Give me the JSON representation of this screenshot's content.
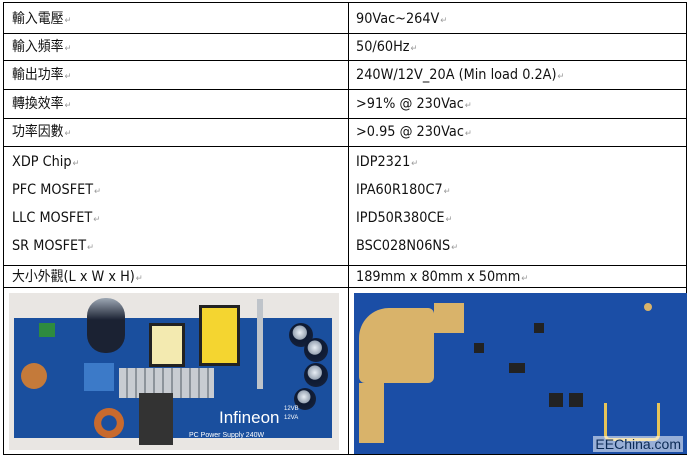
{
  "specs": [
    {
      "label": "輸入電壓",
      "value": "90Vac~264V"
    },
    {
      "label": "輸入頻率",
      "value": "50/60Hz"
    },
    {
      "label": "輸出功率",
      "value": "240W/12V_20A (Min load 0.2A)"
    },
    {
      "label": "轉換效率",
      "value": ">91% @ 230Vac"
    },
    {
      "label": "功率因數",
      "value": ">0.95 @ 230Vac"
    }
  ],
  "components": [
    {
      "label": "XDP Chip",
      "value": "IDP2321"
    },
    {
      "label": "PFC MOSFET",
      "value": "IPA60R180C7"
    },
    {
      "label": "LLC MOSFET",
      "value": "IPD50R380CE"
    },
    {
      "label": "SR MOSFET",
      "value": "BSC028N06NS"
    }
  ],
  "size": {
    "label": "大小外觀(L x W x H)",
    "value": "189mm x 80mm x 50mm"
  },
  "paragraph_mark": "↵",
  "photos": {
    "top": {
      "brand": "Infineon",
      "board_text": "PC Power Supply 240W",
      "pin_labels": [
        "12VB",
        "12VA"
      ]
    },
    "bottom": {
      "watermark": "EEChina.com"
    }
  },
  "colors": {
    "pcb_blue": "#1a4f9e",
    "copper": "#d9b36a"
  }
}
